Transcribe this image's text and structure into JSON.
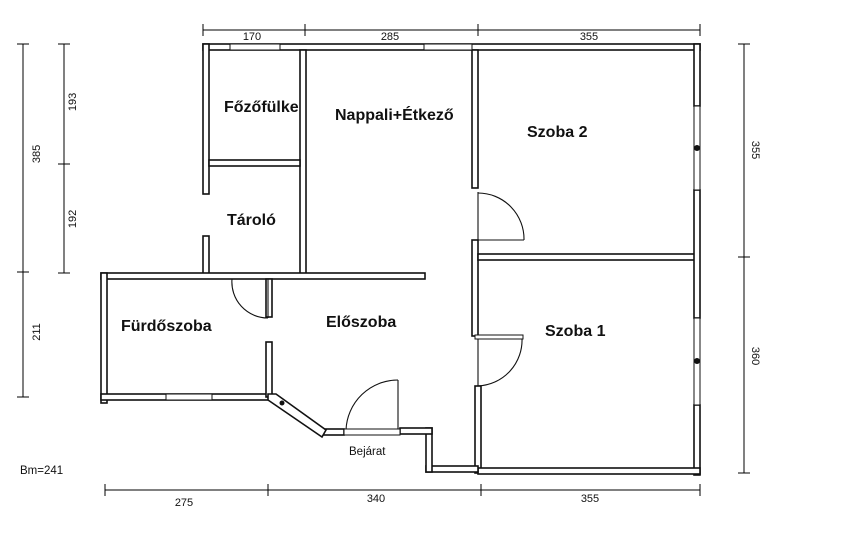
{
  "rooms": {
    "kitchenette": "Főzőfülke",
    "living": "Nappali+Étkező",
    "room2": "Szoba 2",
    "storage": "Tároló",
    "bathroom": "Fürdőszoba",
    "hall": "Előszoba",
    "room1": "Szoba 1"
  },
  "entrance": "Bejárat",
  "area_note": "Bm=241",
  "dimensions": {
    "top": [
      "170",
      "285",
      "355"
    ],
    "bottom": [
      "275",
      "340",
      "355"
    ],
    "left_outer": [
      "385",
      "211"
    ],
    "left_inner": [
      "193",
      "192"
    ],
    "right": [
      "355",
      "360"
    ]
  }
}
